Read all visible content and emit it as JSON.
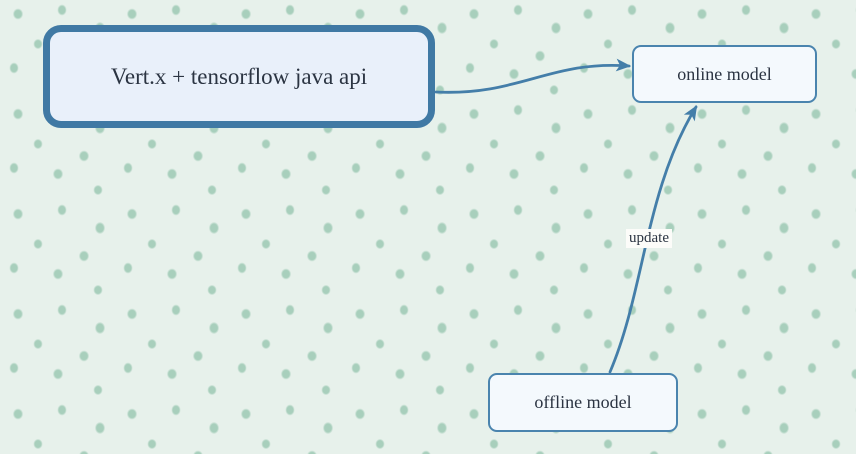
{
  "diagram": {
    "nodes": [
      {
        "id": "vertx",
        "label": "Vert.x + tensorflow java api"
      },
      {
        "id": "online",
        "label": "online model"
      },
      {
        "id": "offline",
        "label": "offline model"
      }
    ],
    "edges": [
      {
        "from": "vertx",
        "to": "online",
        "label": ""
      },
      {
        "from": "offline",
        "to": "online",
        "label": "update"
      }
    ]
  },
  "colors": {
    "bg_base": "#e7f1eb",
    "bg_dot": "#a8cfbc",
    "edge_stroke": "#447ea9",
    "main_border": "#4079a4",
    "main_fill": "#e9f0fa",
    "node_border": "#4a84ae",
    "node_fill": "#f4f9fd",
    "text": "#2b3442",
    "label_bg": "#fcfcf9"
  }
}
